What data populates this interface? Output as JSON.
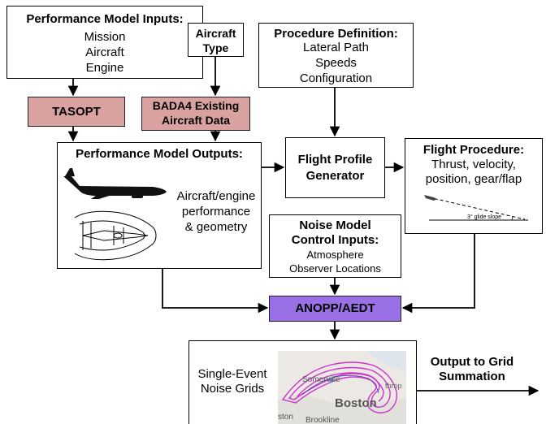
{
  "inputs": {
    "title": "Performance Model Inputs:",
    "items": [
      "Mission",
      "Aircraft",
      "Engine"
    ]
  },
  "aircraft_type": {
    "line1": "Aircraft",
    "line2": "Type"
  },
  "procedure_definition": {
    "title": "Procedure Definition:",
    "items": [
      "Lateral Path",
      "Speeds",
      "Configuration"
    ]
  },
  "tasopt": {
    "label": "TASOPT"
  },
  "bada4": {
    "line1": "BADA4 Existing",
    "line2": "Aircraft Data"
  },
  "outputs": {
    "title": "Performance Model Outputs:",
    "desc": [
      "Aircraft/engine",
      "performance",
      "& geometry"
    ]
  },
  "flight_profile_generator": {
    "line1": "Flight Profile",
    "line2": "Generator"
  },
  "flight_procedure": {
    "title": "Flight Procedure:",
    "items": [
      "Thrust, velocity,",
      "position, gear/flap"
    ],
    "glide_label": "3° glide slope"
  },
  "noise_control": {
    "title_line1": "Noise Model",
    "title_line2": "Control Inputs:",
    "items": [
      "Atmosphere",
      "Observer Locations"
    ]
  },
  "anopp": {
    "label": "ANOPP/AEDT"
  },
  "noise_grids": {
    "label_line1": "Single-Event",
    "label_line2": "Noise Grids",
    "map_labels": [
      "Somerville",
      "Boston",
      "ston",
      "Brookline",
      "throp"
    ]
  },
  "output_grid": {
    "line1": "Output to Grid",
    "line2": "Summation"
  },
  "colors": {
    "tasopt": "#d9a2a0",
    "anopp": "#9a70e6",
    "contour": "#cc33cc"
  }
}
